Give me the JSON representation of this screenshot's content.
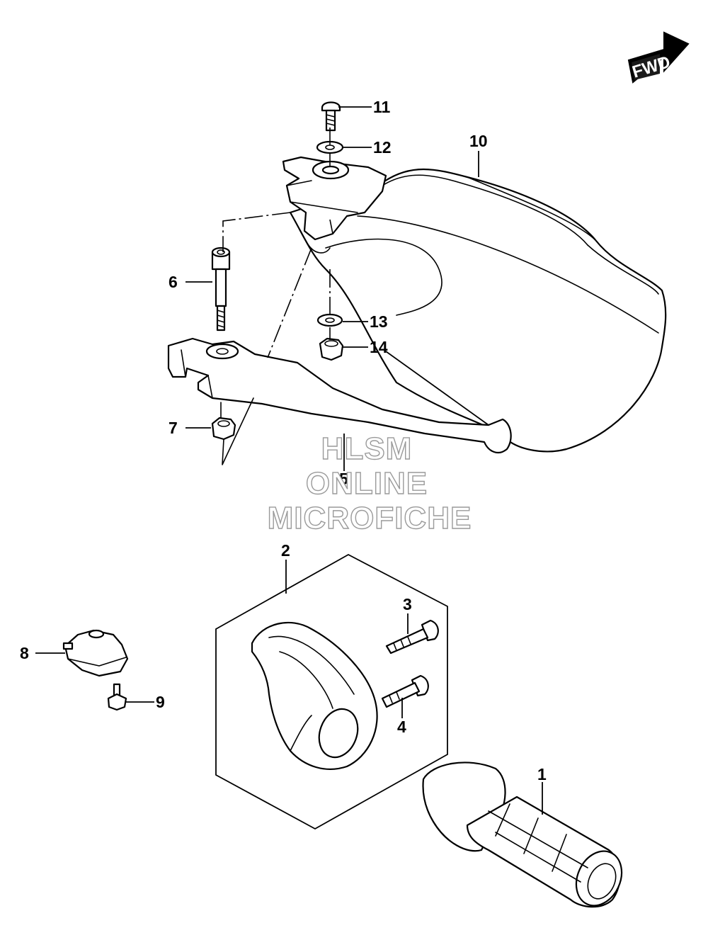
{
  "fwd_badge": {
    "label": "FWD",
    "icon": "forward-arrow-icon"
  },
  "watermark": {
    "line1": "HLSM",
    "line2": "ONLINE",
    "line3": "MICROFICHE",
    "color": "#9a9a9a"
  },
  "callouts": {
    "c1": "1",
    "c2": "2",
    "c3": "3",
    "c4": "4",
    "c5": "5",
    "c6": "6",
    "c7": "7",
    "c8": "8",
    "c9": "9",
    "c10": "10",
    "c11": "11",
    "c12": "12",
    "c13": "13",
    "c14": "14"
  }
}
